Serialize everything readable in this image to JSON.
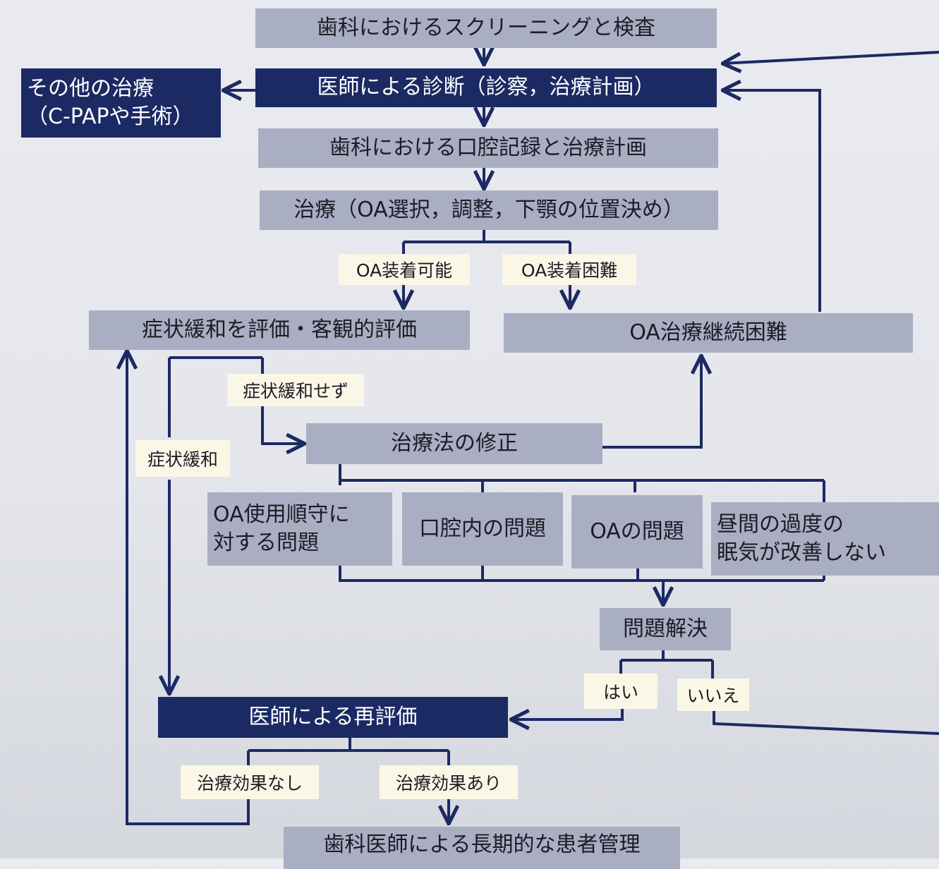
{
  "nodes": {
    "dental_screening": "歯科におけるスクリーニングと検査",
    "physician_diagnosis": "医師による診断（診察，治療計画）",
    "other_treatment_line1": "その他の治療",
    "other_treatment_line2": "（C-PAPや手術）",
    "dental_records": "歯科における口腔記録と治療計画",
    "treatment": "治療（OA選択，調整，下顎の位置決め）",
    "symptom_evaluation": "症状緩和を評価・客観的評価",
    "oa_difficult_continue": "OA治療継続困難",
    "treatment_modification": "治療法の修正",
    "adherence_problem_line1": "OA使用順守に",
    "adherence_problem_line2": "対する問題",
    "oral_problem": "口腔内の問題",
    "oa_problem": "OAの問題",
    "daytime_sleepiness_line1": "昼間の過度の",
    "daytime_sleepiness_line2": "眠気が改善しない",
    "problem_solved": "問題解決",
    "physician_reevaluation": "医師による再評価",
    "long_term_management": "歯科医師による長期的な患者管理"
  },
  "labels": {
    "oa_wearable": "OA装着可能",
    "oa_wear_difficult": "OA装着困難",
    "no_symptom_relief": "症状緩和せず",
    "symptom_relief": "症状緩和",
    "yes": "はい",
    "no": "いいえ",
    "no_treatment_effect": "治療効果なし",
    "treatment_effect": "治療効果あり"
  },
  "colors": {
    "dark_node": "#1b2a63",
    "light_node": "#a9aec3",
    "connector": "#1b2a63",
    "label_bg": "#fbf7e6"
  }
}
